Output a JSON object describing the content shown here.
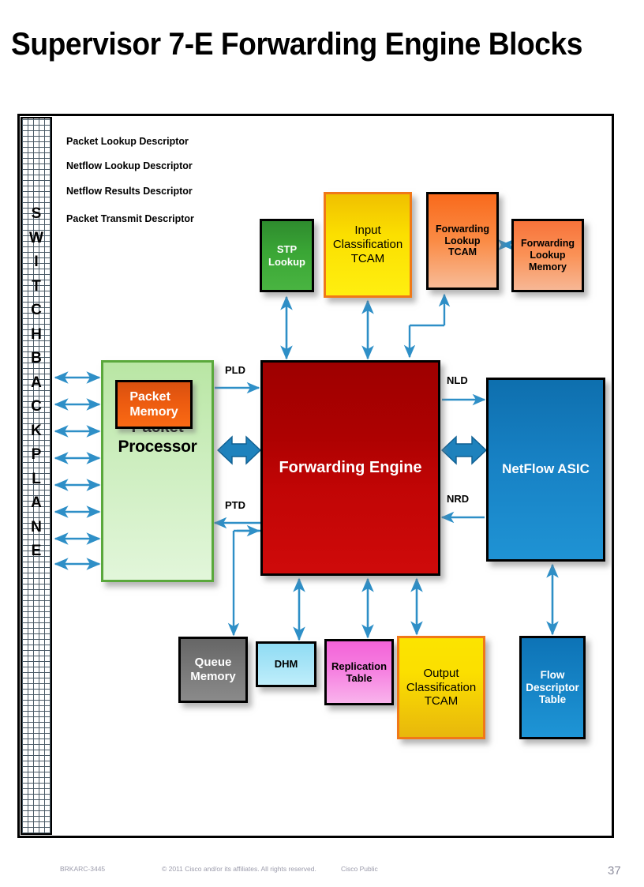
{
  "slide": {
    "title": "Supervisor 7-E Forwarding Engine Blocks",
    "page_number": "37"
  },
  "backplane": {
    "name": "SWITCH BACKPLANE",
    "letters": [
      "S",
      "W",
      "I",
      "T",
      "C",
      "H",
      " ",
      "B",
      "A",
      "C",
      "K",
      "P",
      "L",
      "A",
      "N",
      "E"
    ]
  },
  "descriptors": [
    "Packet Lookup Descriptor",
    "Netflow Lookup Descriptor",
    "Netflow Results Descriptor",
    "Packet Transmit Descriptor"
  ],
  "blocks": {
    "stp_lookup": {
      "label": "STP\nLookup",
      "color": "#3aa635"
    },
    "input_classification_tcam": {
      "label": "Input\nClassification\nTCAM",
      "color": "#fbdf00"
    },
    "forwarding_lookup_tcam": {
      "label": "Forwarding\nLookup\nTCAM",
      "color": "#fa8b45"
    },
    "forwarding_lookup_memory": {
      "label": "Forwarding\nLookup\nMemory",
      "color": "#fa9257"
    },
    "packet_processor": {
      "label": "Packet\nProcessor",
      "color": "#cdeebf"
    },
    "packet_memory": {
      "label": "Packet\nMemory",
      "color": "#ec5b10"
    },
    "forwarding_engine": {
      "label": "Forwarding Engine",
      "color": "#c10505"
    },
    "netflow_asic": {
      "label": "NetFlow ASIC",
      "color": "#1781c4"
    },
    "queue_memory": {
      "label": "Queue\nMemory",
      "color": "#777777"
    },
    "dhm": {
      "label": "DHM",
      "color": "#a9e5f7"
    },
    "replication_table": {
      "label": "Replication\nTable",
      "color": "#f67ee0"
    },
    "output_classification_tcam": {
      "label": "Output\nClassification\nTCAM",
      "color": "#fbdf00"
    },
    "flow_descriptor_table": {
      "label": "Flow\nDescriptor\nTable",
      "color": "#1684c6"
    }
  },
  "arrow_labels": {
    "pld": "PLD",
    "ptd": "PTD",
    "nld": "NLD",
    "nrd": "NRD"
  },
  "footer": {
    "session_code": "BRKARC-3445",
    "copyright": "© 2011 Cisco and/or its affiliates. All rights reserved.",
    "classification": "Cisco Public"
  },
  "colors": {
    "arrow": "#2e8fc7",
    "frame": "#000000"
  }
}
